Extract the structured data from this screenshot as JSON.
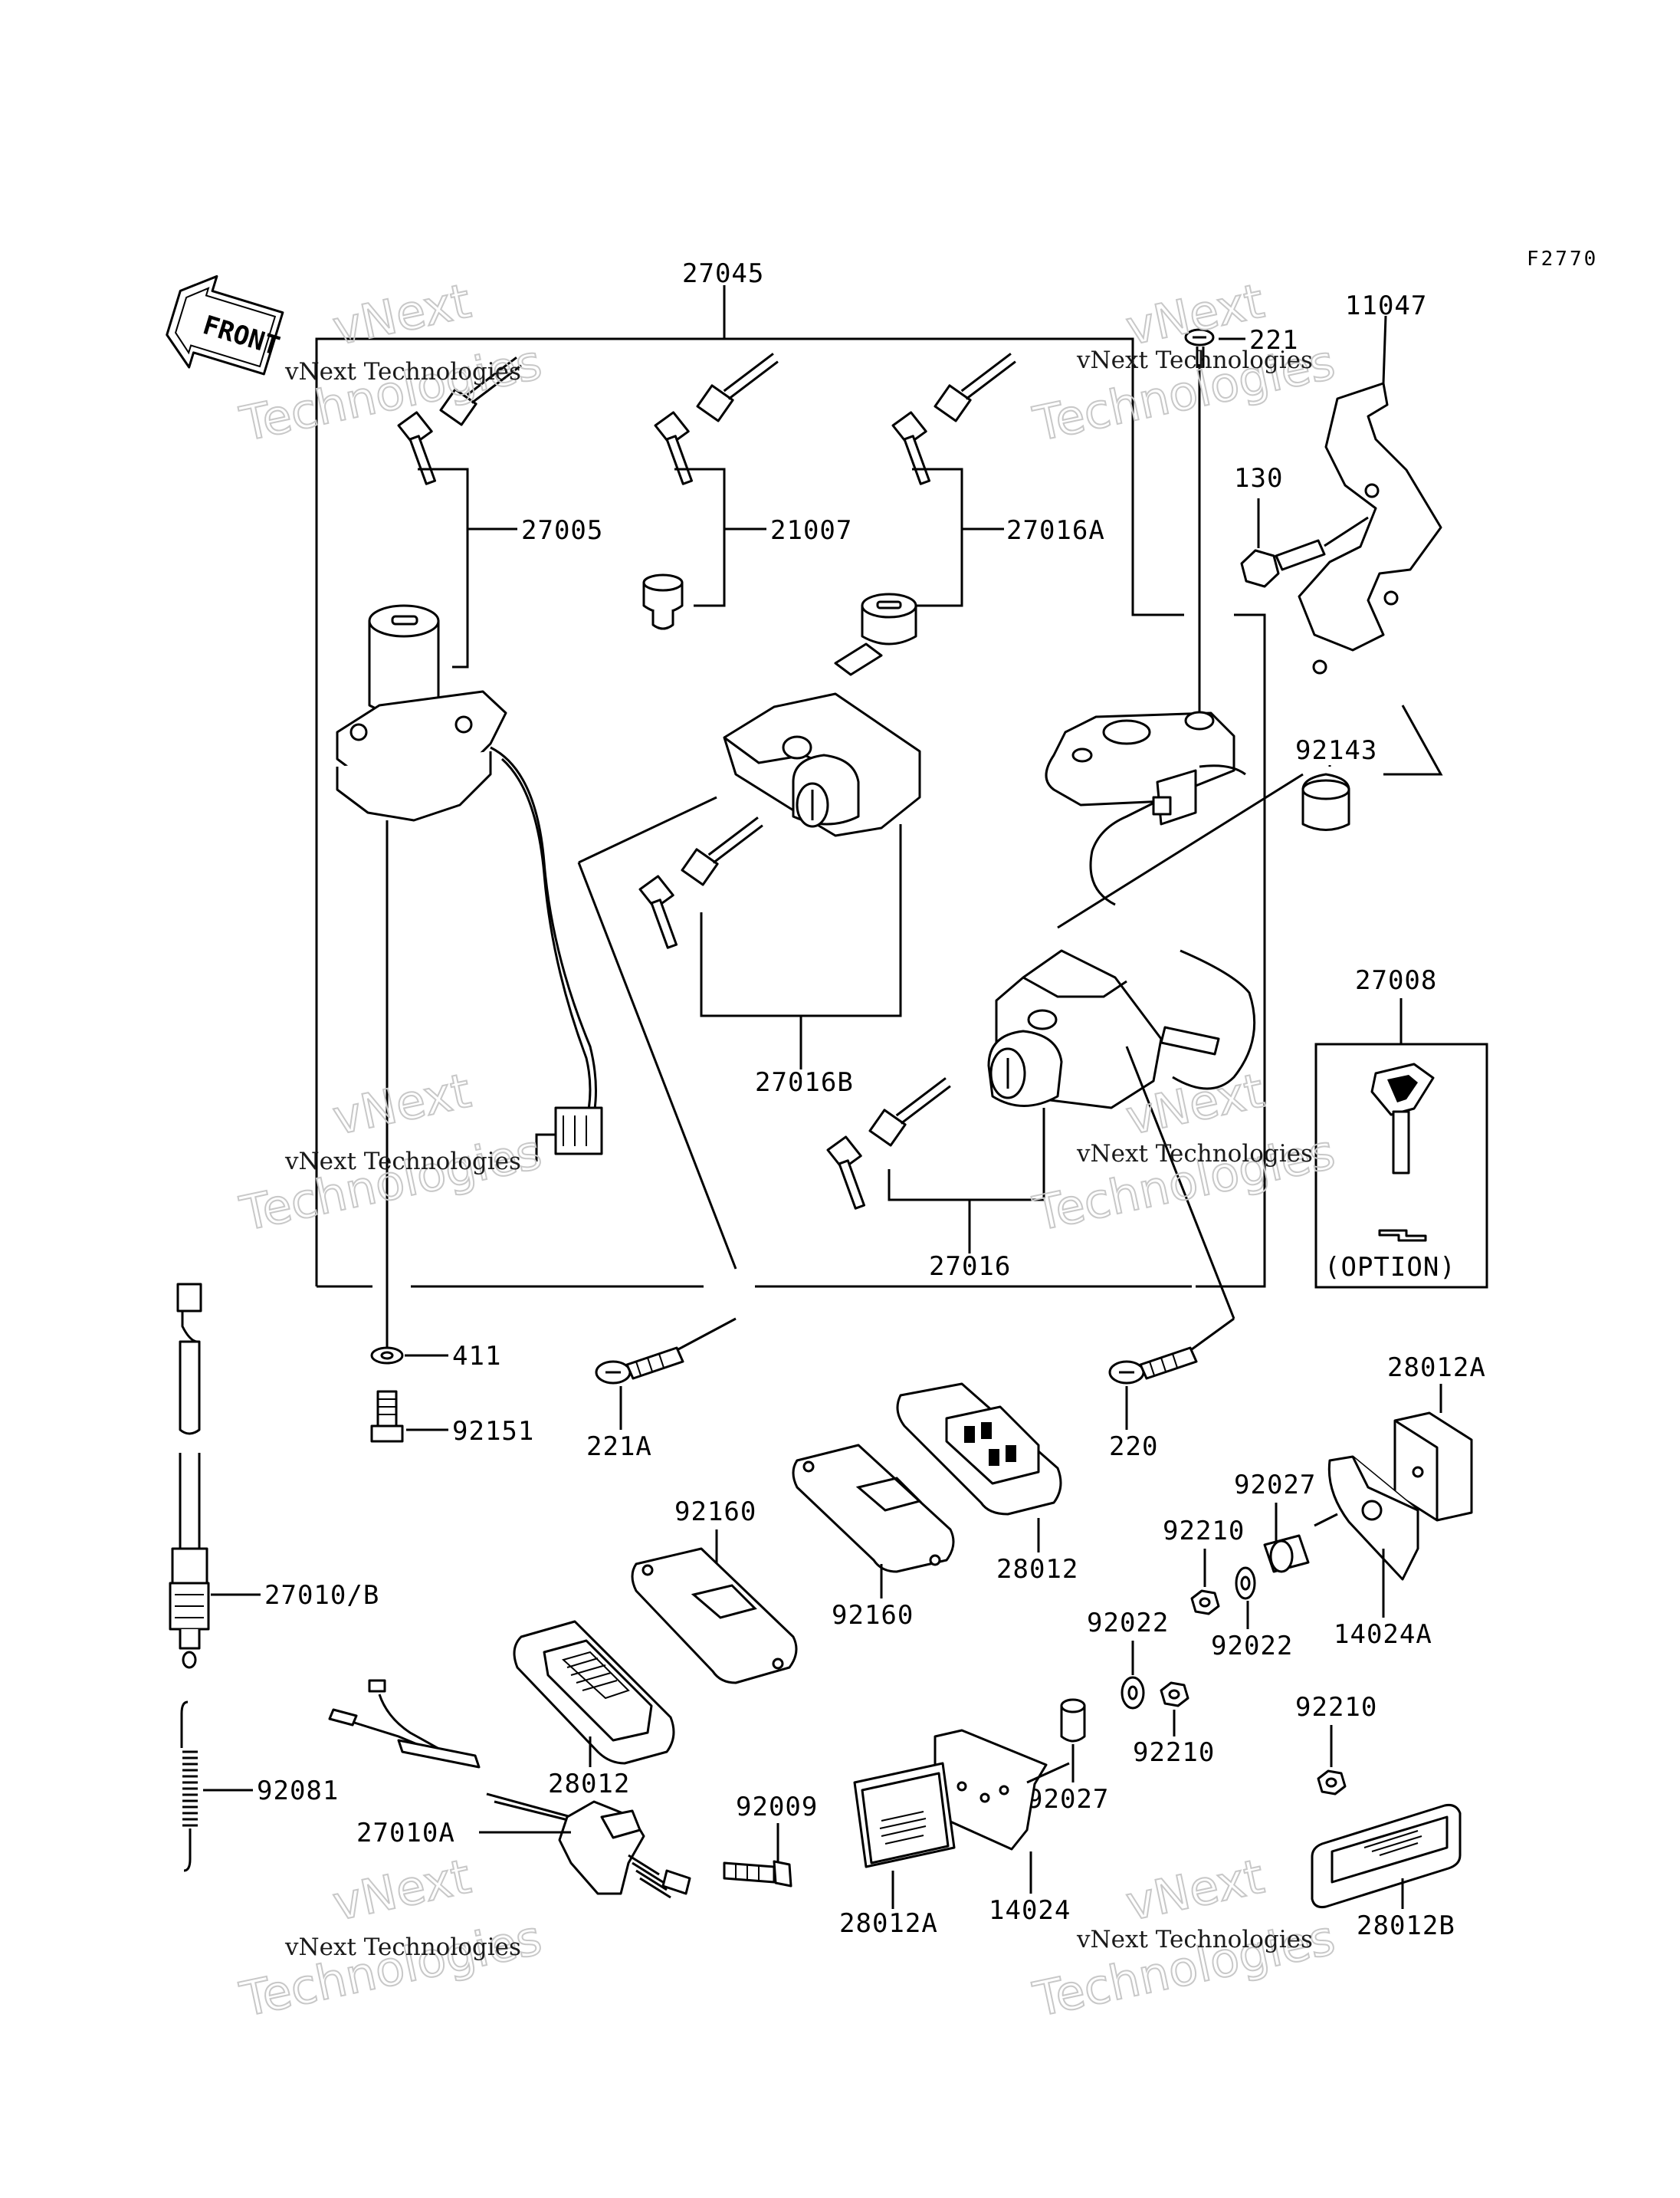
{
  "figure_code": "F2770",
  "front_arrow_label": "FRONT",
  "watermark": {
    "line1": "vNext Technologies",
    "line2": "vNext",
    "line3": "Technologies"
  },
  "part_labels": {
    "p27045": "27045",
    "p221": "221",
    "p11047": "11047",
    "p27005": "27005",
    "p21007": "21007",
    "p27016A": "27016A",
    "p130": "130",
    "p92143": "92143",
    "p27016B": "27016B",
    "p27008": "27008",
    "p27016": "27016",
    "option": "(OPTION)",
    "p411": "411",
    "p92151": "92151",
    "p221A": "221A",
    "p220": "220",
    "p28012A_top": "28012A",
    "p27010B": "27010/B",
    "p92160_a": "92160",
    "p92160_b": "92160",
    "p28012_a": "28012",
    "p92027_a": "92027",
    "p92210_a": "92210",
    "p92022_a": "92022",
    "p14024A": "14024A",
    "p92022_b": "92022",
    "p92210_b": "92210",
    "p92210_c": "92210",
    "p92081": "92081",
    "p28012_b": "28012",
    "p92009": "92009",
    "p27010A": "27010A",
    "p92027_b": "92027",
    "p28012A_bottom": "28012A",
    "p14024": "14024",
    "p28012B": "28012B"
  }
}
